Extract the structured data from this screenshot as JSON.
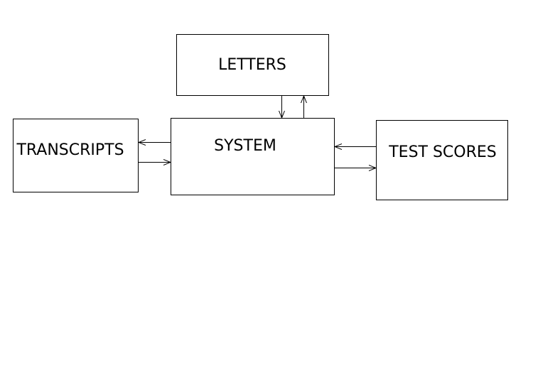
{
  "diagram": {
    "nodes": {
      "letters": {
        "label": "LETTERS"
      },
      "system": {
        "label": "SYSTEM"
      },
      "transcripts": {
        "label": "TRANSCRIPTS"
      },
      "test_scores": {
        "label": "TEST SCORES"
      }
    },
    "edges": [
      {
        "from": "letters",
        "to": "system"
      },
      {
        "from": "system",
        "to": "letters"
      },
      {
        "from": "system",
        "to": "transcripts"
      },
      {
        "from": "transcripts",
        "to": "system"
      },
      {
        "from": "test_scores",
        "to": "system"
      },
      {
        "from": "system",
        "to": "test_scores"
      }
    ]
  }
}
